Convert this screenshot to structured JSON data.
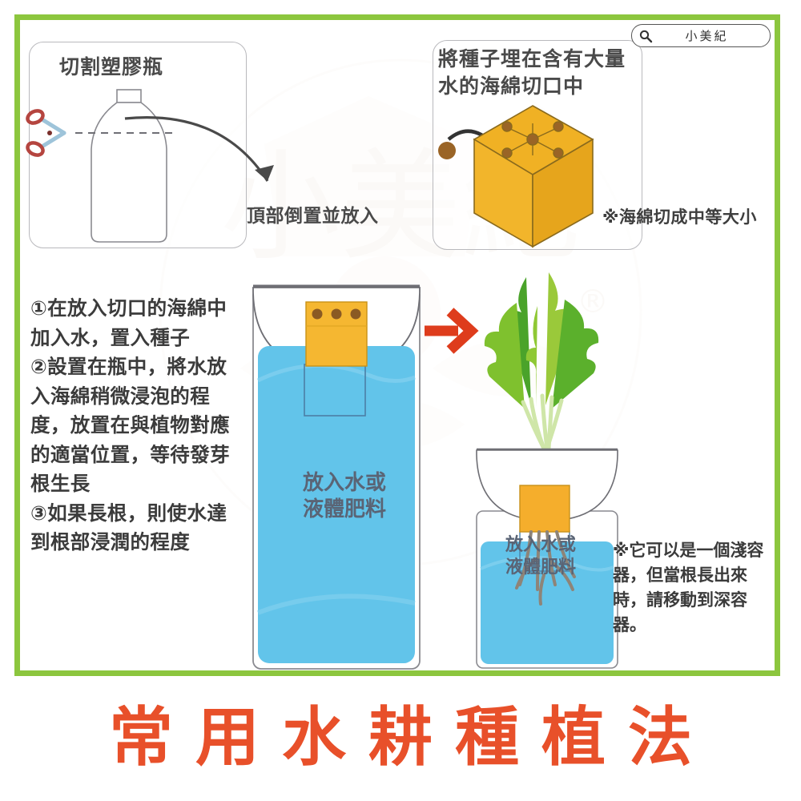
{
  "search": {
    "icon": "search-icon",
    "text": "小美紀"
  },
  "panels": {
    "cut_bottle": {
      "title": "切割塑膠瓶",
      "icons": [
        "scissors-icon",
        "plastic-bottle-icon",
        "cut-line-dashed"
      ]
    },
    "seed_sponge": {
      "title": "將種子埋在含有大量水的海綿切口中",
      "icons": [
        "sponge-cube-icon",
        "seed-dot-icon",
        "curved-arrow-icon"
      ],
      "note": "※海綿切成中等大小"
    }
  },
  "captions": {
    "invert_top": "頂部倒置並放入"
  },
  "steps_text": "①在放入切口的海綿中加入水，置入種子\n②設置在瓶中，將水放入海綿稍微浸泡的程度，放置在與植物對應的適當位置，等待發芽根生長\n③如果長根，則使水達到根部浸潤的程度",
  "bottles": {
    "middle": {
      "label": "放入水或\n液體肥料",
      "sponge_seeds": 3
    },
    "right": {
      "label": "放入水或\n液體肥料",
      "plant": "leafy-greens-icon",
      "roots": "roots-icon"
    }
  },
  "notes": {
    "right": "※它可以是一個淺容器，但當根長出來時，請移動到深容器。"
  },
  "title": "常用水耕種植法",
  "colors": {
    "frame_green": "#8cc63e",
    "title_red": "#e8502a",
    "water_blue": "#62c4ea",
    "sponge_orange": "#f4b battle"
  }
}
